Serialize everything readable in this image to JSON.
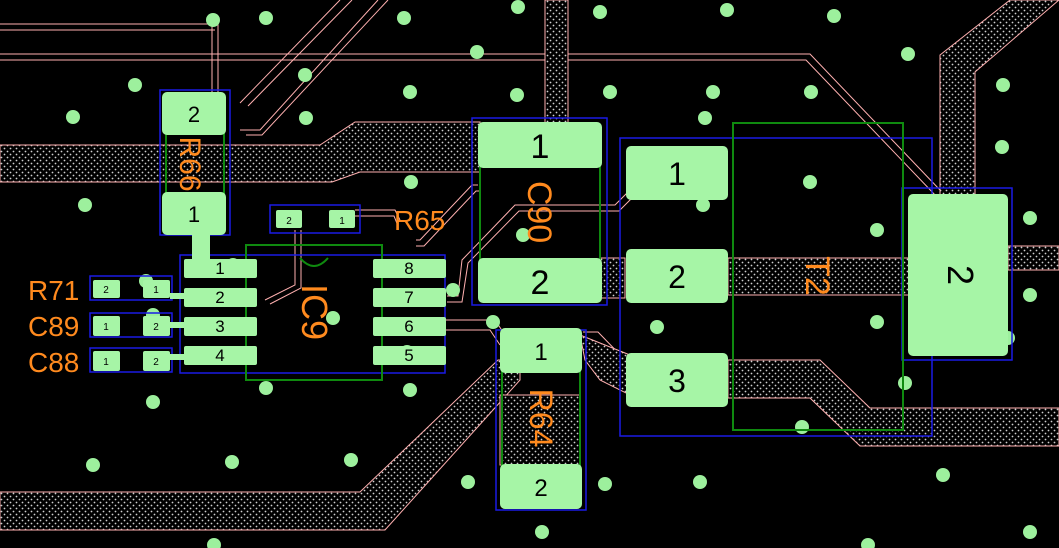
{
  "colors": {
    "background": "#000000",
    "pad": "#a6f5a6",
    "silkscreen": "#ff8a1e",
    "courtyard": "#1a1ae6",
    "outline": "#0f8a0f",
    "trace_edge": "#ffb0b0",
    "via": "#9df09d"
  },
  "components": {
    "R66": {
      "ref": "R66",
      "pad1": "1",
      "pad2": "2"
    },
    "R65": {
      "ref": "R65",
      "pad1": "1",
      "pad2": "2"
    },
    "C90": {
      "ref": "C90",
      "pad1": "1",
      "pad2": "2"
    },
    "IC9": {
      "ref": "IC9",
      "pins": [
        "1",
        "2",
        "3",
        "4",
        "5",
        "6",
        "7",
        "8"
      ]
    },
    "R71": {
      "ref": "R71",
      "pad1": "1",
      "pad2": "2"
    },
    "C89": {
      "ref": "C89",
      "pad1": "1",
      "pad2": "2"
    },
    "C88": {
      "ref": "C88",
      "pad1": "1",
      "pad2": "2"
    },
    "R64": {
      "ref": "R64",
      "pad1": "1",
      "pad2": "2"
    },
    "T2": {
      "ref": "T2",
      "pad1": "1",
      "pad2": "2",
      "pad3": "3",
      "tab": "2"
    }
  }
}
